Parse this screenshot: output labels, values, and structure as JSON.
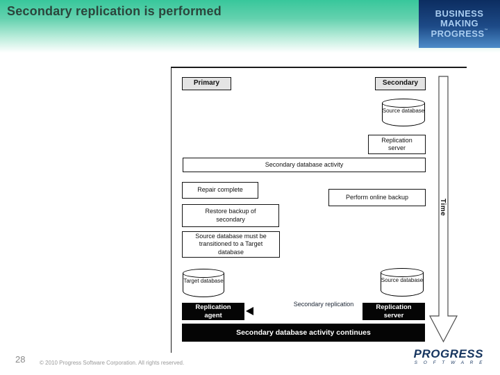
{
  "slide": {
    "title": "Secondary replication is performed",
    "page_number": "28",
    "copyright": "© 2010 Progress Software Corporation. All rights reserved."
  },
  "brand": {
    "header_lines": [
      "BUSINESS",
      "MAKING",
      "PROGRESS"
    ],
    "trademark": "™",
    "footer_logo": "PROGRESS",
    "footer_logo_sub": "S O F T W A R E",
    "colors": {
      "header_teal": "#38c79b",
      "brand_navy_top": "#0c2d60",
      "brand_navy_bottom": "#4c8cc9",
      "brand_text_blue": "#a9cdf0",
      "footer_navy": "#16355f"
    }
  },
  "diagram": {
    "lanes": {
      "primary": "Primary",
      "secondary": "Secondary"
    },
    "time_axis_label": "Time",
    "nodes": {
      "source_db_top": "Source database",
      "replication_server_top": "Replication server",
      "secondary_db_activity": "Secondary database activity",
      "repair_complete": "Repair complete",
      "perform_online_backup": "Perform online backup",
      "restore_backup": "Restore backup of secondary",
      "transition_note": "Source database must be transitioned to a Target database",
      "target_db": "Target database",
      "source_db_bottom": "Source database",
      "replication_agent": "Replication agent",
      "secondary_replication_flow": "Secondary replication",
      "replication_server_bottom": "Replication server",
      "activity_continues": "Secondary database activity continues"
    }
  }
}
